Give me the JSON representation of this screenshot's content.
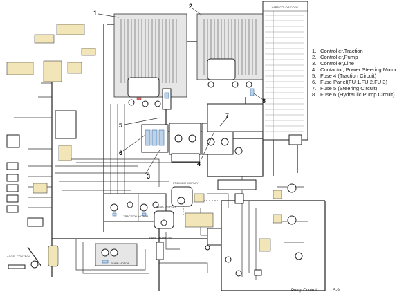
{
  "diagram": {
    "legend": [
      {
        "num": "1.",
        "text": "Controller,Traction"
      },
      {
        "num": "2.",
        "text": "Controller,Pump"
      },
      {
        "num": "3.",
        "text": "Controller,Line"
      },
      {
        "num": "4.",
        "text": "Contactor, Power Steering Motor"
      },
      {
        "num": "5.",
        "text": "Fuse 4 (Traction Circuit)"
      },
      {
        "num": "6.",
        "text": "Fuse Panel(FU 1,FU 2,FU 3)"
      },
      {
        "num": "7.",
        "text": "Fuse 5 (Steering Circuit)"
      },
      {
        "num": "8.",
        "text": "Fuse 6 (Hydraulic Pump Circuit)"
      }
    ],
    "callouts": [
      "1",
      "2",
      "3",
      "4",
      "5",
      "6",
      "7",
      "8"
    ],
    "wire_table_title": "WIRE COLOR CODE",
    "labels": {
      "premium_display": "PREMIUM DISPLAY",
      "basic_display": "BASIC DISPLAY",
      "traction_motor": "TRACTION MOTOR",
      "pump_motor": "PUMP MOTOR",
      "accel_control": "ACCEL CONTROL",
      "park_brake": "PARK BRAKE SW"
    },
    "footer": {
      "title": "Pump Control",
      "page": "5-9"
    },
    "colors": {
      "connector": "#f2e6b8",
      "terminal": "#bcd3ea",
      "fuse": "#e07070"
    }
  }
}
